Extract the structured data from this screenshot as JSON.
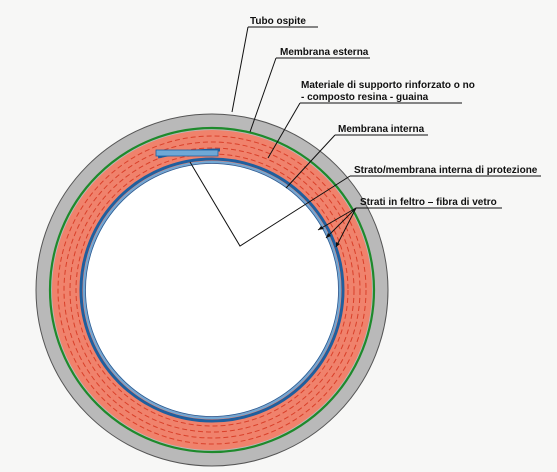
{
  "labels": {
    "host_pipe": "Tubo ospite",
    "outer_membrane": "Membrana esterna",
    "support_material_line1": "Materiale di supporto rinforzato o no",
    "support_material_line2": "- composto resina - guaina",
    "inner_membrane": "Membrana interna",
    "protective_layer": "Strato/membrana interna di protezione",
    "felt_layers": "Strati in feltro – fibra di vetro"
  },
  "colors": {
    "host_pipe": "#b9b9b9",
    "outer_membrane": "#1e8a2c",
    "resin_layer": "#f0826c",
    "felt_dash": "#d9402a",
    "inner_membrane": "#1f5f9e",
    "protective_layer": "#6fa8d6",
    "lines": "#111111"
  }
}
